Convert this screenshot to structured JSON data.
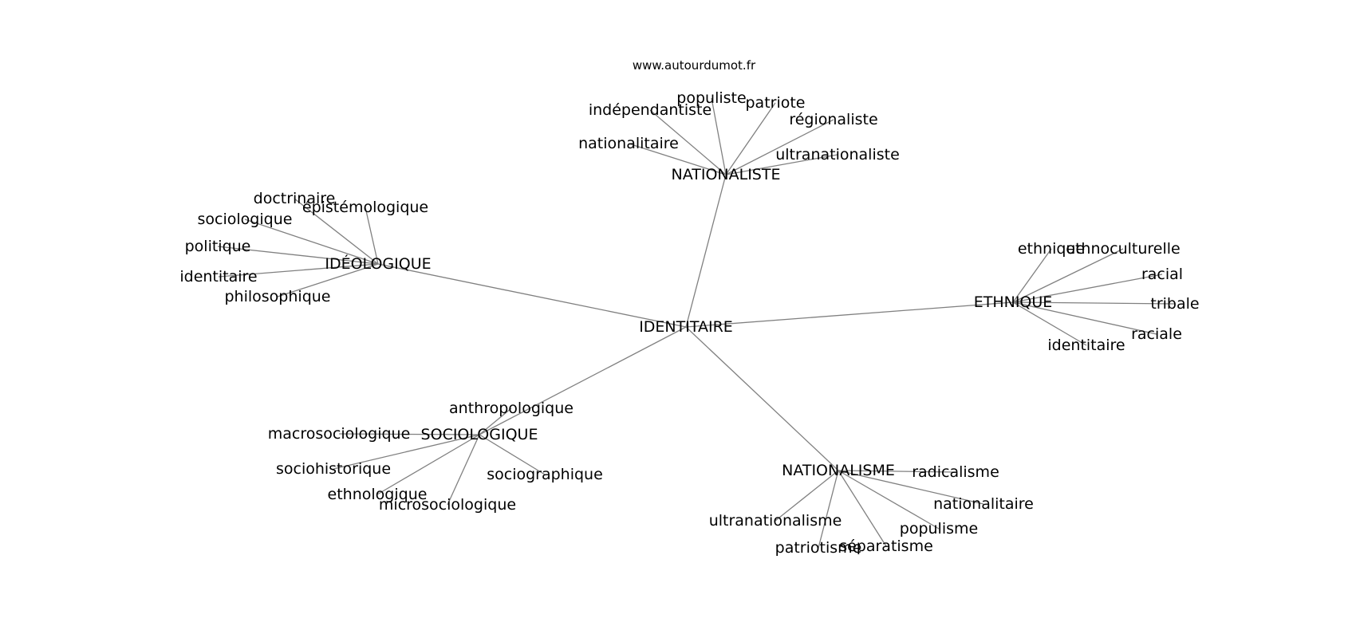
{
  "source": "www.autourdumot.fr",
  "graph": {
    "center": "IDENTITAIRE",
    "clusters": [
      {
        "id": "nationaliste",
        "hub": "NATIONALISTE",
        "leaves": [
          "nationalitaire",
          "indépendantiste",
          "populiste",
          "patriote",
          "régionaliste",
          "ultranationaliste"
        ]
      },
      {
        "id": "ideologique",
        "hub": "IDÉOLOGIQUE",
        "leaves": [
          "doctrinaire",
          "épistémologique",
          "sociologique",
          "politique",
          "identitaire",
          "philosophique"
        ]
      },
      {
        "id": "ethnique",
        "hub": "ETHNIQUE",
        "leaves": [
          "ethnique",
          "ethnoculturelle",
          "racial",
          "tribale",
          "raciale",
          "identitaire"
        ]
      },
      {
        "id": "sociologique",
        "hub": "SOCIOLOGIQUE",
        "leaves": [
          "anthropologique",
          "macrosociologique",
          "sociohistorique",
          "ethnologique",
          "microsociologique",
          "sociographique"
        ]
      },
      {
        "id": "nationalisme",
        "hub": "NATIONALISME",
        "leaves": [
          "radicalisme",
          "nationalitaire",
          "populisme",
          "séparatisme",
          "patriotisme",
          "ultranationalisme"
        ]
      }
    ]
  }
}
